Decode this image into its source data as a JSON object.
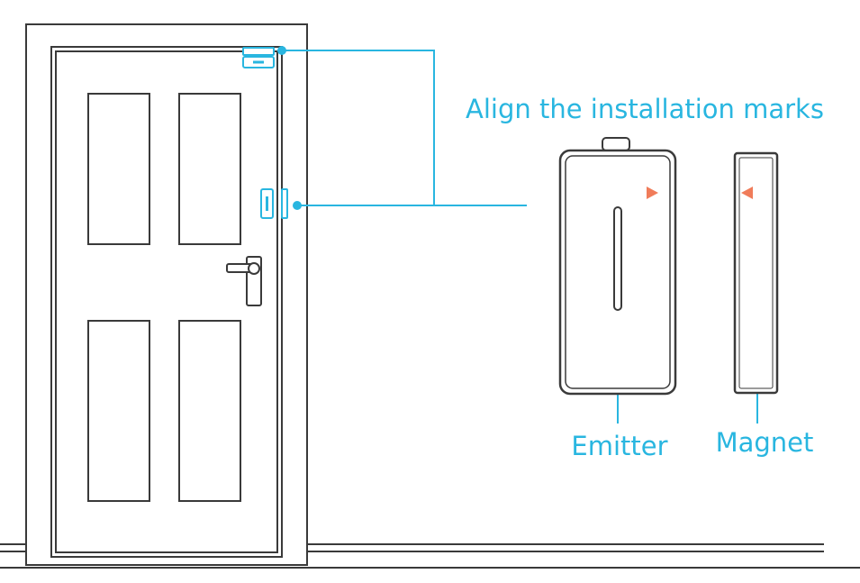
{
  "diagram": {
    "heading": "Align the installation marks",
    "labels": {
      "emitter": "Emitter",
      "magnet": "Magnet"
    },
    "icons": {
      "door": "door-icon",
      "handle": "door-handle-icon",
      "emitter_device": "emitter-device-icon",
      "magnet_device": "magnet-device-icon",
      "mark": "triangle-marker-icon"
    }
  },
  "colors": {
    "line": "#3a3a3a",
    "accent": "#29b6e0",
    "marker": "#f07c5a",
    "background": "#ffffff"
  }
}
